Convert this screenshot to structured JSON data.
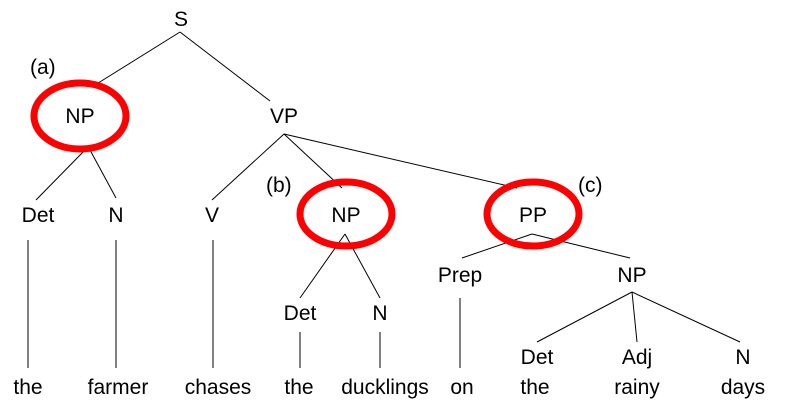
{
  "nodes": {
    "s": "S",
    "np_subj": "NP",
    "vp": "VP",
    "det_subj": "Det",
    "n_subj": "N",
    "v": "V",
    "np_obj": "NP",
    "pp": "PP",
    "det_obj": "Det",
    "n_obj": "N",
    "prep": "Prep",
    "np_pp": "NP",
    "det_pp": "Det",
    "adj_pp": "Adj",
    "n_pp": "N"
  },
  "words": {
    "w1": "the",
    "w2": "farmer",
    "w3": "chases",
    "w4": "the",
    "w5": "ducklings",
    "w6": "on",
    "w7": "the",
    "w8": "rainy",
    "w9": "days"
  },
  "annotations": {
    "a": "(a)",
    "b": "(b)",
    "c": "(c)"
  },
  "colors": {
    "highlight": "#ff0000",
    "edge": "#000000",
    "text": "#000000"
  }
}
